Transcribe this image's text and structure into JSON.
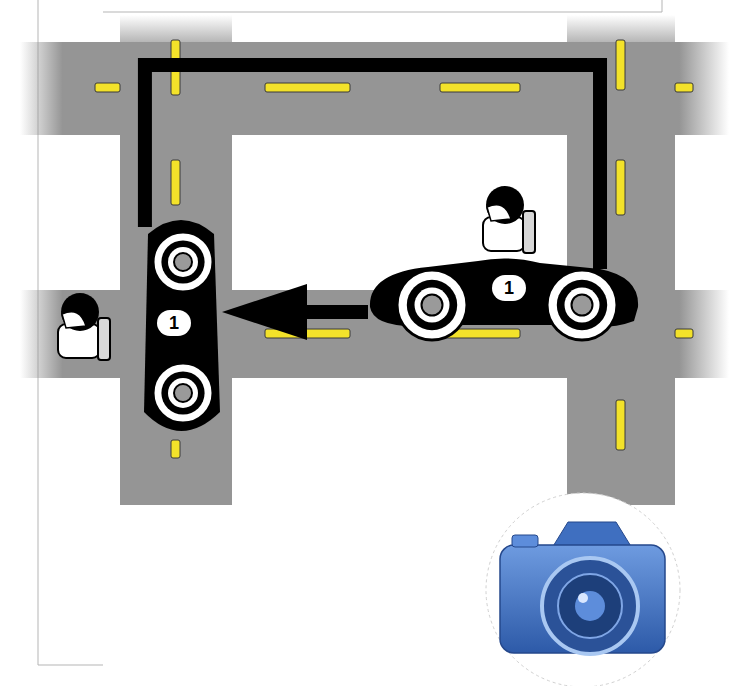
{
  "diagram": {
    "nodes": [
      {
        "text": [
          "1"
        ]
      },
      {
        "text": [
          "1"
        ]
      }
    ],
    "edges": [
      {
        "from": 0,
        "to": 1,
        "arrow": "to"
      },
      {
        "from": 0,
        "to": 1,
        "arrow": "none"
      }
    ]
  }
}
